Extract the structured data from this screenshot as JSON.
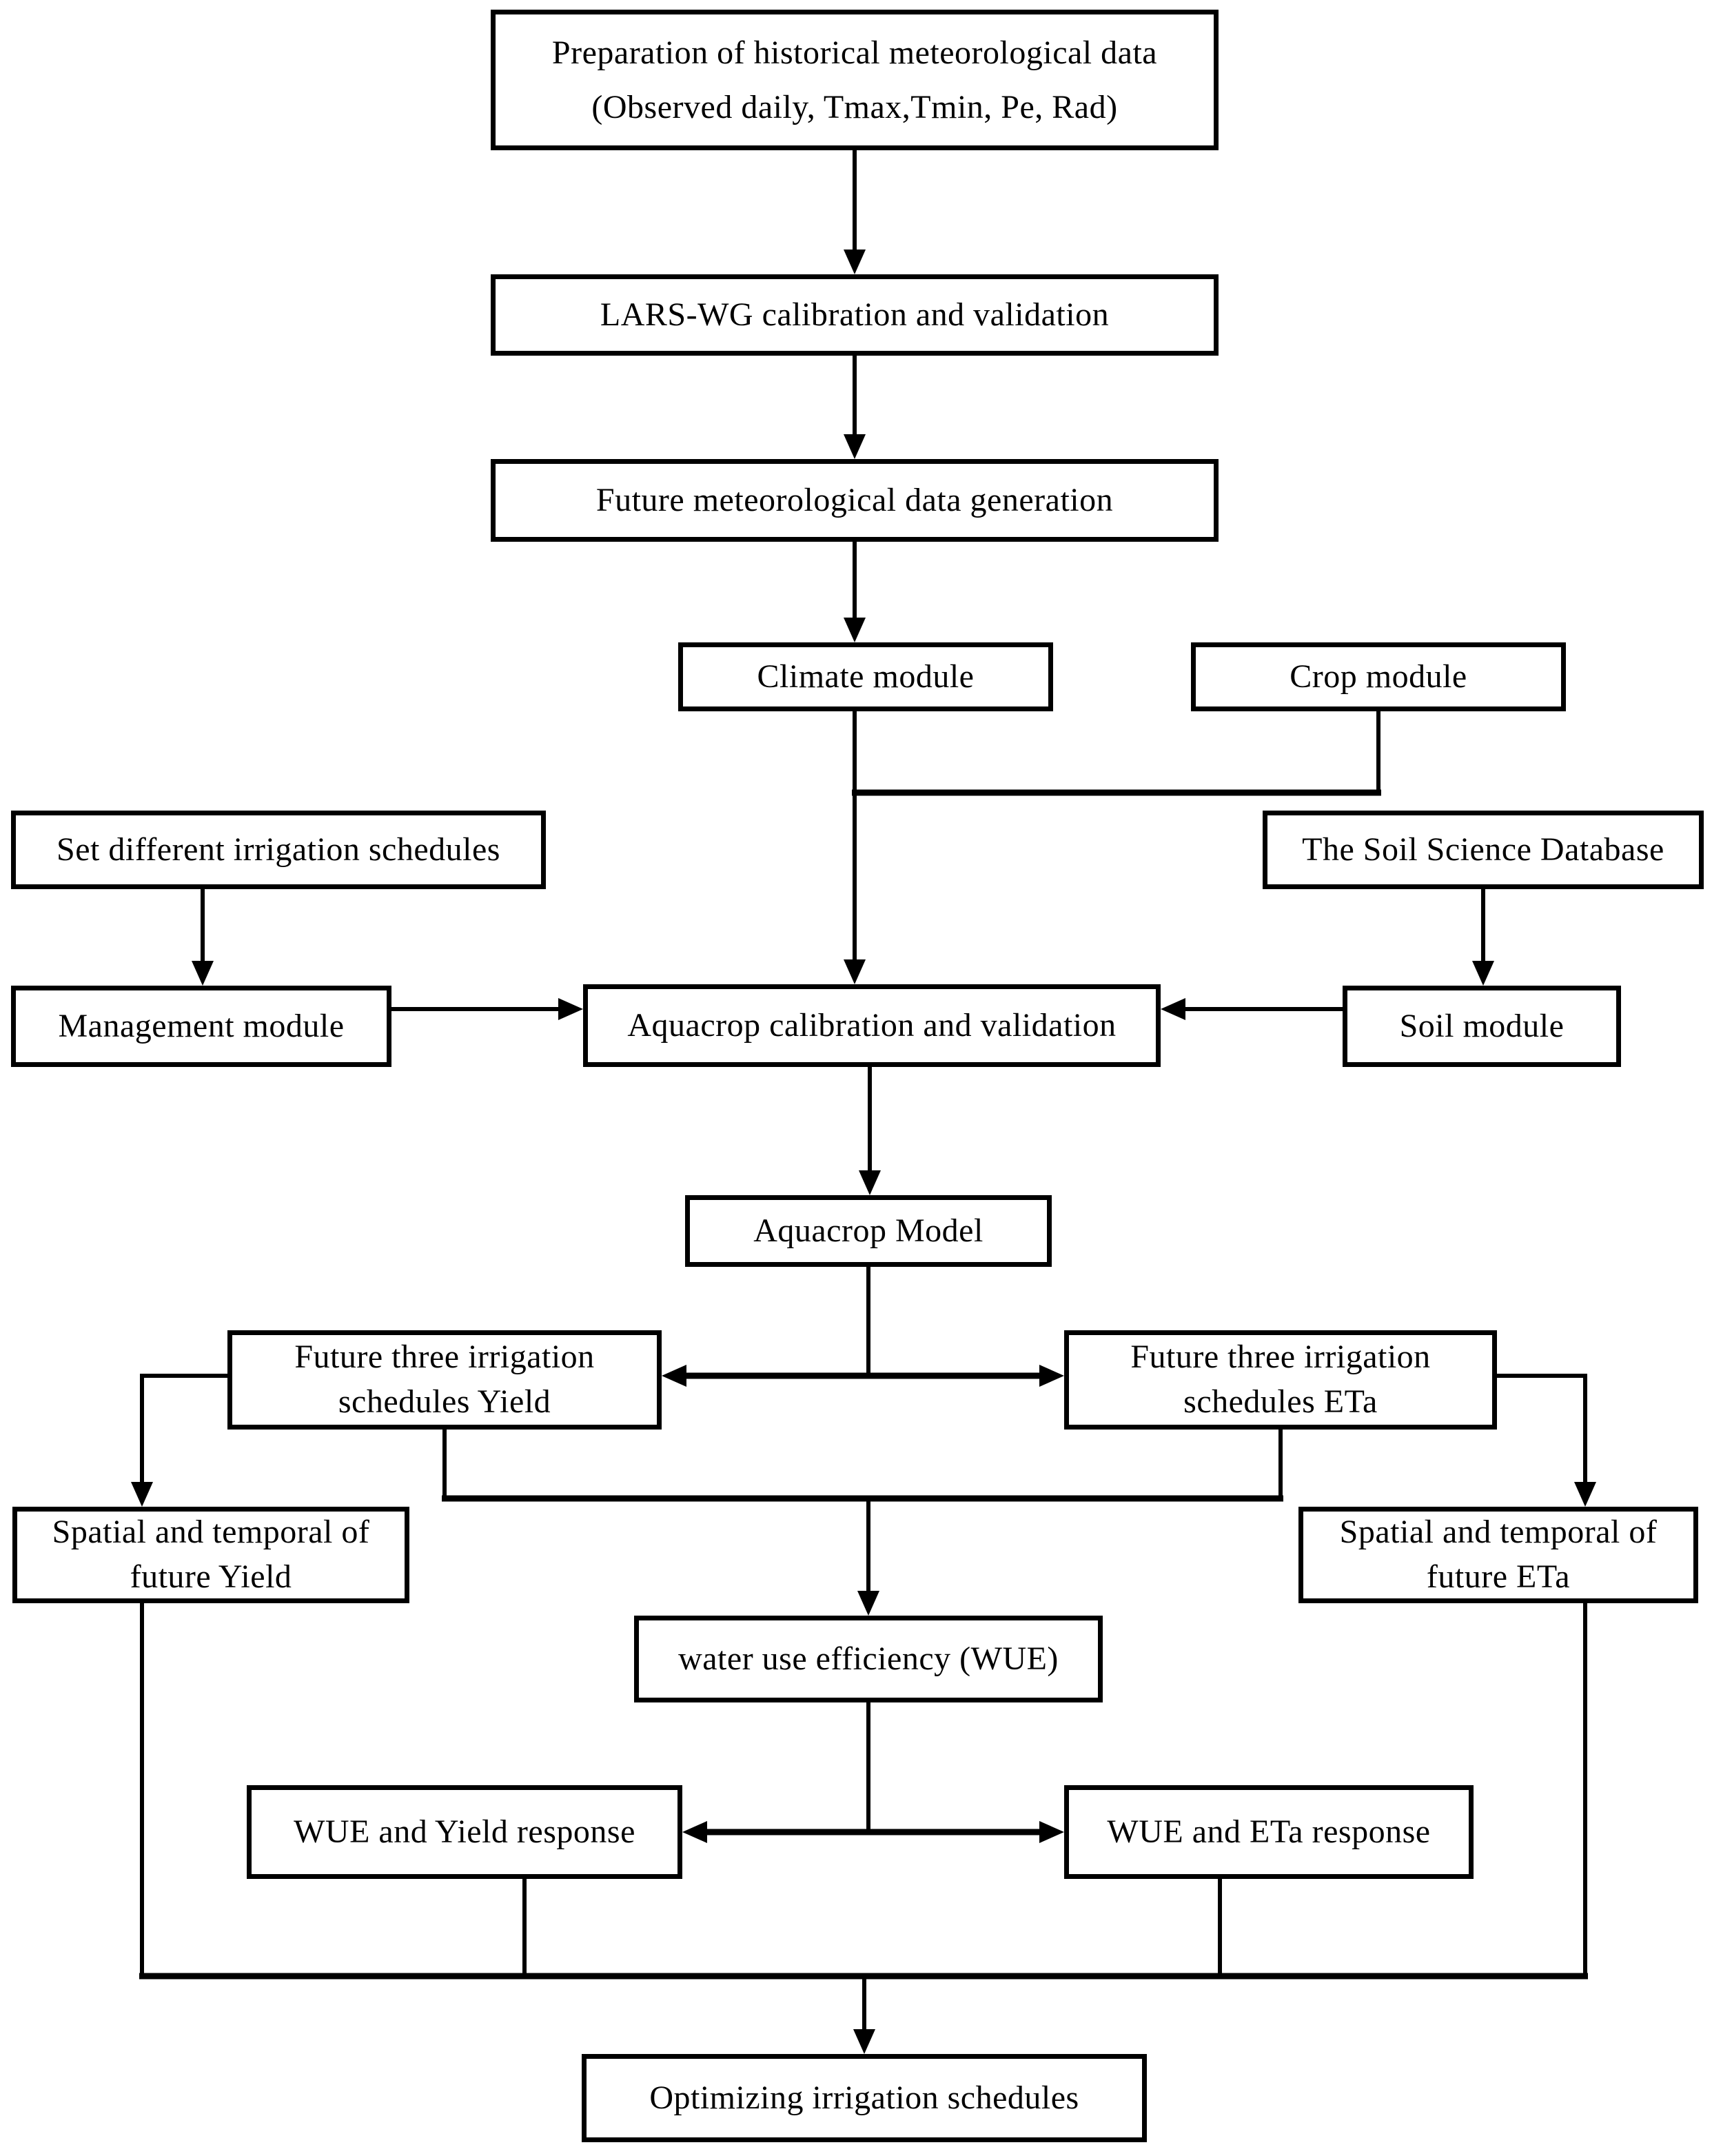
{
  "figure": {
    "type": "flowchart",
    "background_color": "#ffffff",
    "line_color": "#000000",
    "text_color": "#000000"
  },
  "nodes": {
    "preparation": "Preparation of historical meteorological data\n(Observed daily, Tmax,Tmin, Pe, Rad)",
    "lars_wg": "LARS-WG calibration and validation",
    "future_met": "Future meteorological data generation",
    "climate_module": "Climate module",
    "crop_module": "Crop module",
    "set_irrigation": "Set different irrigation schedules",
    "soil_database": "The Soil Science Database",
    "management_module": "Management module",
    "aquacrop_calibration": "Aquacrop calibration and validation",
    "soil_module": "Soil module",
    "aquacrop_model": "Aquacrop Model",
    "future_yield": "Future three irrigation\nschedules Yield",
    "future_eta": "Future three irrigation\nschedules ETa",
    "spatial_yield": "Spatial and temporal of\nfuture Yield",
    "spatial_eta": "Spatial and temporal of\nfuture ETa",
    "wue": "water use efficiency (WUE)",
    "wue_yield_response": "WUE and Yield response",
    "wue_eta_response": "WUE and ETa response",
    "optimizing": "Optimizing irrigation schedules"
  },
  "edges": [
    {
      "from": "preparation",
      "to": "lars_wg"
    },
    {
      "from": "lars_wg",
      "to": "future_met"
    },
    {
      "from": "future_met",
      "to": "climate_module"
    },
    {
      "from": "climate_module",
      "to": "aquacrop_calibration"
    },
    {
      "from": "crop_module",
      "to": "aquacrop_calibration"
    },
    {
      "from": "set_irrigation",
      "to": "management_module"
    },
    {
      "from": "management_module",
      "to": "aquacrop_calibration"
    },
    {
      "from": "soil_database",
      "to": "soil_module"
    },
    {
      "from": "soil_module",
      "to": "aquacrop_calibration"
    },
    {
      "from": "aquacrop_calibration",
      "to": "aquacrop_model"
    },
    {
      "from": "aquacrop_model",
      "to": "future_yield"
    },
    {
      "from": "aquacrop_model",
      "to": "future_eta"
    },
    {
      "from": "future_yield",
      "to": "spatial_yield"
    },
    {
      "from": "future_eta",
      "to": "spatial_eta"
    },
    {
      "from": "future_yield",
      "to": "wue"
    },
    {
      "from": "future_eta",
      "to": "wue"
    },
    {
      "from": "wue",
      "to": "wue_yield_response"
    },
    {
      "from": "wue",
      "to": "wue_eta_response"
    },
    {
      "from": "spatial_yield",
      "to": "optimizing"
    },
    {
      "from": "wue_yield_response",
      "to": "optimizing"
    },
    {
      "from": "wue_eta_response",
      "to": "optimizing"
    },
    {
      "from": "spatial_eta",
      "to": "optimizing"
    }
  ]
}
